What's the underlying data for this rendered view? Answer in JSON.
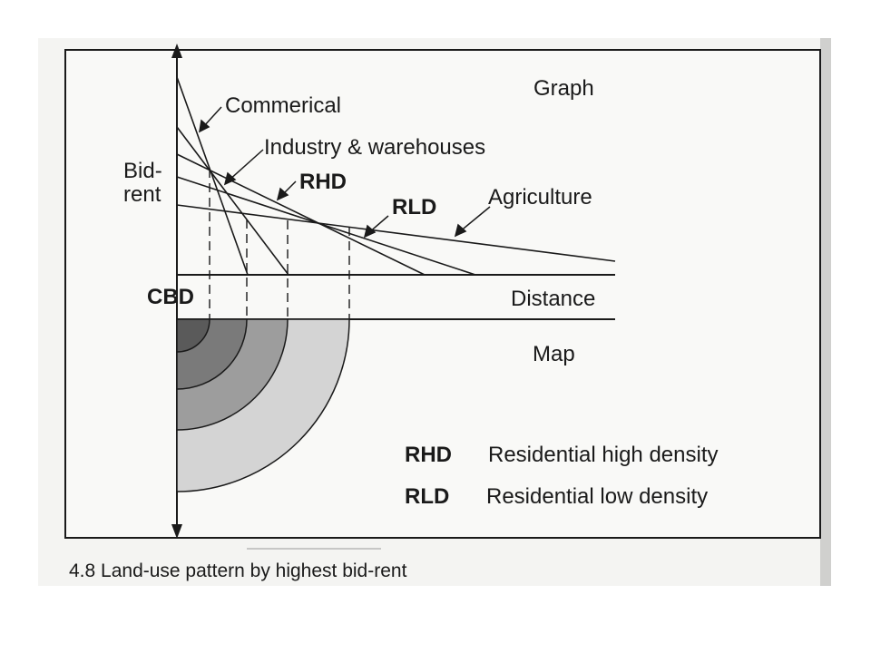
{
  "diagram": {
    "section_graph": "Graph",
    "section_map": "Map",
    "y_axis_label_1": "Bid-",
    "y_axis_label_2": "rent",
    "x_axis_label": "Distance",
    "origin_label": "CBD",
    "curve_labels": {
      "commercial": "Commerical",
      "industry": "Industry & warehouses",
      "rhd": "RHD",
      "rld": "RLD",
      "agriculture": "Agriculture"
    },
    "legend": [
      {
        "abbr": "RHD",
        "meaning": "Residential high density"
      },
      {
        "abbr": "RLD",
        "meaning": "Residential low density"
      }
    ],
    "caption": "4.8 Land-use pattern by highest bid-rent",
    "colors": {
      "zone_commercial": "#5a5a5a",
      "zone_industry": "#7a7a7a",
      "zone_rhd": "#9d9d9d",
      "zone_rld": "#d4d4d4",
      "page_edge": "#c9c9c9"
    }
  }
}
